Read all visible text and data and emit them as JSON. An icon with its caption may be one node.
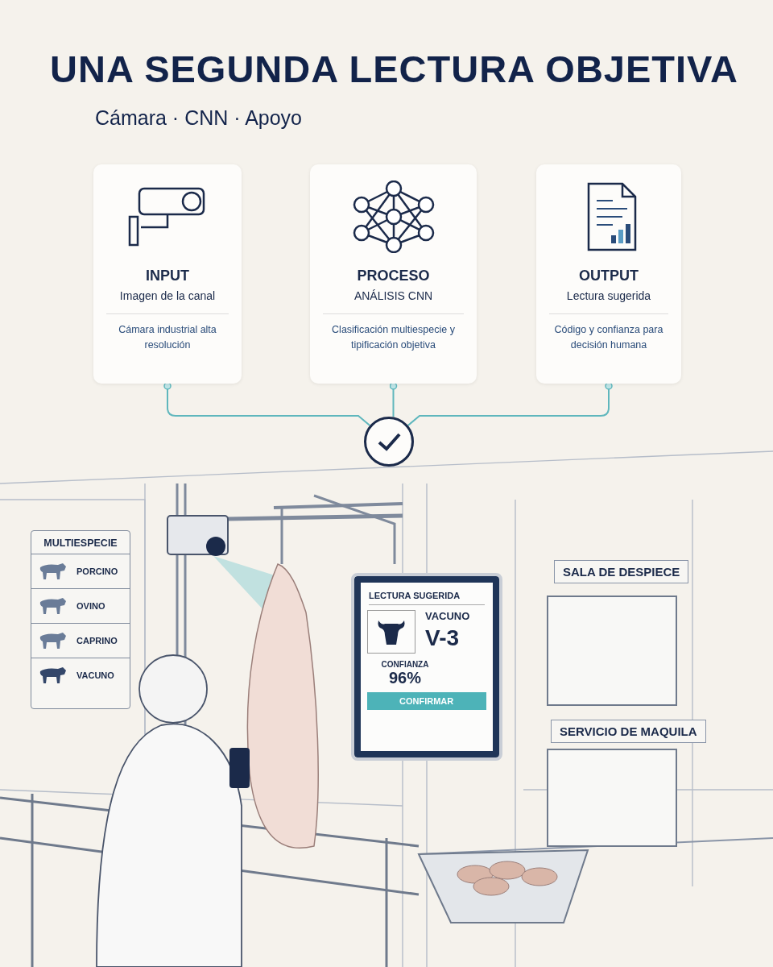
{
  "diagram": {
    "title": "UNA SEGUNDA LECTURA OBJETIVA",
    "nodes": [
      {
        "text": [
          "INPUT",
          "Imagen de la canal",
          "Cámara industrial alta resolución"
        ]
      },
      {
        "text": [
          "PROCESO",
          "ANÁLISIS CNN",
          "Clasificación multiespecie y tipificación objetiva"
        ]
      },
      {
        "text": [
          "OUTPUT",
          "Lectura sugerida",
          "Código y confianza para decisión humana"
        ]
      },
      {
        "text": [],
        "shape": "circle"
      },
      {
        "text": [
          "MULTIESPECIE",
          "PORCINO",
          "OVINO",
          "CAPRINO",
          "VACUNO"
        ]
      },
      {
        "text": [
          "LECTURA SUGERIDA",
          "VACUNO",
          "V-3",
          "CONFIANZA",
          "96%",
          "CONFIRMAR"
        ]
      },
      {
        "text": [
          "SALA DE DESPIECE"
        ]
      },
      {
        "text": [
          "SERVICIO DE MAQUILA"
        ]
      }
    ],
    "edges": [
      {
        "from": 0,
        "to": 3,
        "arrow": "other"
      },
      {
        "from": 1,
        "to": 3,
        "arrow": "other"
      },
      {
        "from": 2,
        "to": 3,
        "arrow": "other"
      }
    ],
    "labels": [
      "Cámara · CNN · Apoyo"
    ]
  }
}
